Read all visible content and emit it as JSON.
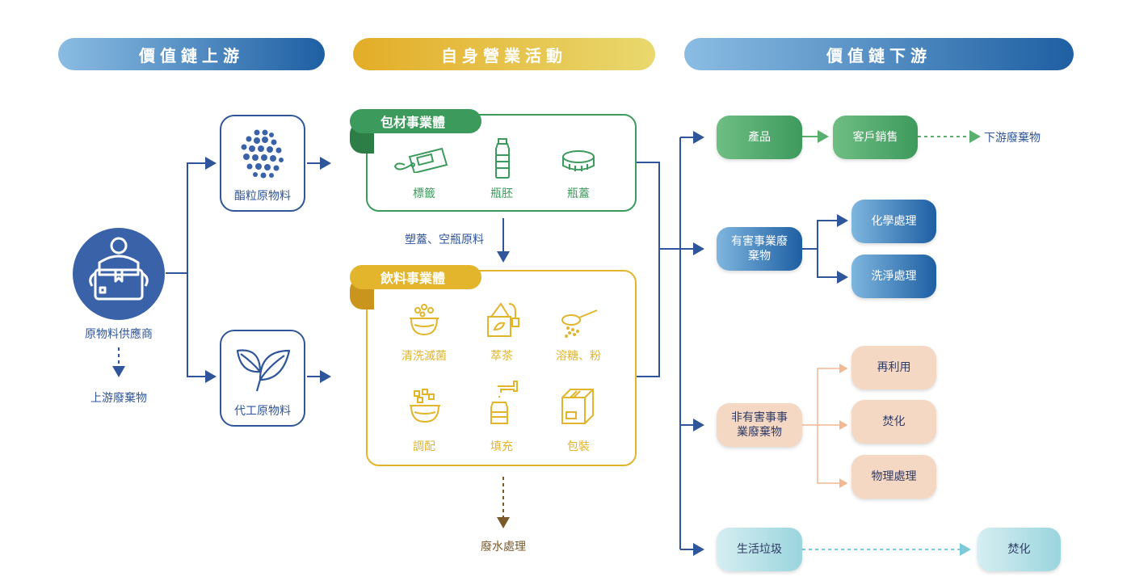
{
  "banners": {
    "upstream": "價值鏈上游",
    "operations": "自身營業活動",
    "downstream": "價值鏈下游"
  },
  "supplier": {
    "label": "原物料供應商",
    "waste": "上游廢棄物"
  },
  "materials": {
    "pet": "酯粒原物料",
    "oem": "代工原物料"
  },
  "packaging": {
    "title": "包材事業體",
    "items": [
      "標籤",
      "瓶胚",
      "瓶蓋"
    ],
    "flow_label": "塑蓋、空瓶原料"
  },
  "beverage": {
    "title": "飲料事業體",
    "items": [
      "清洗滅菌",
      "萃茶",
      "溶糖、粉",
      "調配",
      "填充",
      "包裝"
    ],
    "wastewater": "廢水處理"
  },
  "downstream": {
    "product": "產品",
    "sales": "客戶銷售",
    "downstream_waste": "下游廢棄物",
    "hazardous": "有害事業廢棄物",
    "chemical": "化學處理",
    "washing": "洗淨處理",
    "nonhazardous": "非有害事事業廢棄物",
    "reuse": "再利用",
    "incinerate1": "焚化",
    "physical": "物理處理",
    "domestic": "生活垃圾",
    "incinerate2": "焚化"
  },
  "colors": {
    "blue": "#2f559b",
    "green": "#3d9a5d",
    "yellow": "#e2b52c",
    "peach": "#efbf9c",
    "teal": "#8fd0db"
  }
}
